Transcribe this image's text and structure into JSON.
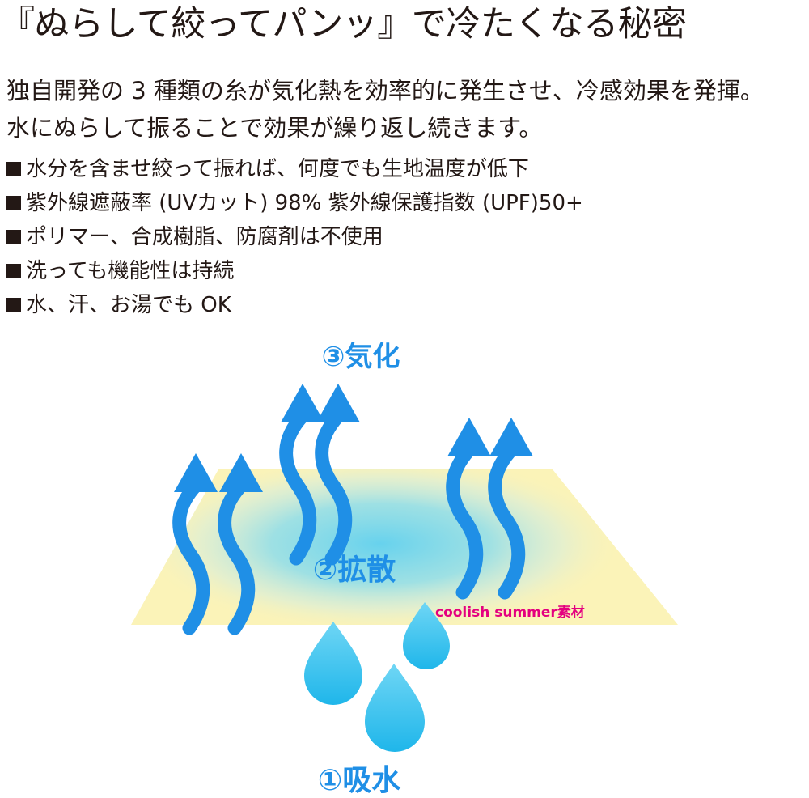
{
  "heading": {
    "title": "『ぬらして絞ってパンッ』で冷たくなる秘密"
  },
  "description": {
    "line1": "独自開発の 3 種類の糸が気化熱を効率的に発生させ、冷感効果を発揮。",
    "line2": "水にぬらして振ることで効果が繰り返し続きます。"
  },
  "features": [
    "水分を含ませ絞って振れば、何度でも生地温度が低下",
    "紫外線遮蔽率 (UVカット) 98% 紫外線保護指数 (UPF)50+",
    "ポリマー、合成樹脂、防腐剤は不使用",
    "洗っても機能性は持続",
    "水、汗、お湯でも OK"
  ],
  "diagram": {
    "stage_evaporation": "③気化",
    "stage_diffusion": "②拡散",
    "stage_absorption": "①吸水",
    "material_label": "coolish summer素材",
    "colors": {
      "fabric": "#fbf3b8",
      "diffusion_glow": "#5fd0f0",
      "arrow": "#1f8fe6",
      "drop": "#33c2ee",
      "stage_label": "#1f8fe6",
      "material_label": "#e4007f"
    }
  }
}
